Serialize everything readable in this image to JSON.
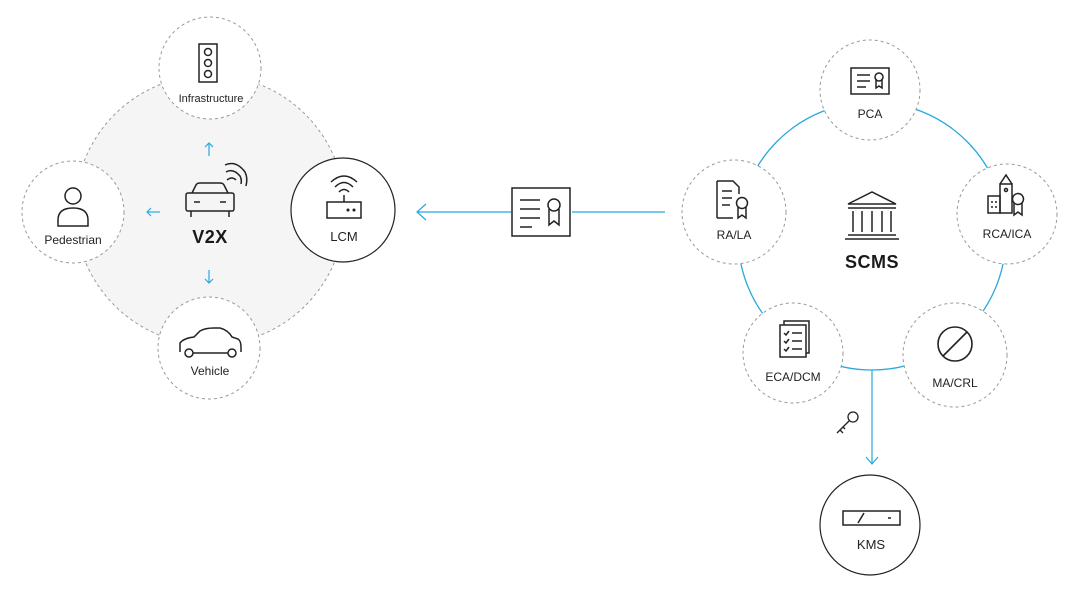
{
  "v2x": {
    "center_label": "V2X",
    "nodes": {
      "infrastructure": "Infrastructure",
      "pedestrian": "Pedestrian",
      "vehicle": "Vehicle",
      "lcm": "LCM"
    }
  },
  "scms": {
    "center_label": "SCMS",
    "nodes": {
      "pca": "PCA",
      "ra_la": "RA/LA",
      "rca_ica": "RCA/ICA",
      "eca_dcm": "ECA/DCM",
      "ma_crl": "MA/CRL",
      "kms": "KMS"
    }
  },
  "colors": {
    "accent": "#29a8e0",
    "outline": "#222222",
    "dashed": "#9a9a9a",
    "region_fill": "#f5f5f5",
    "node_fill": "#ffffff"
  }
}
